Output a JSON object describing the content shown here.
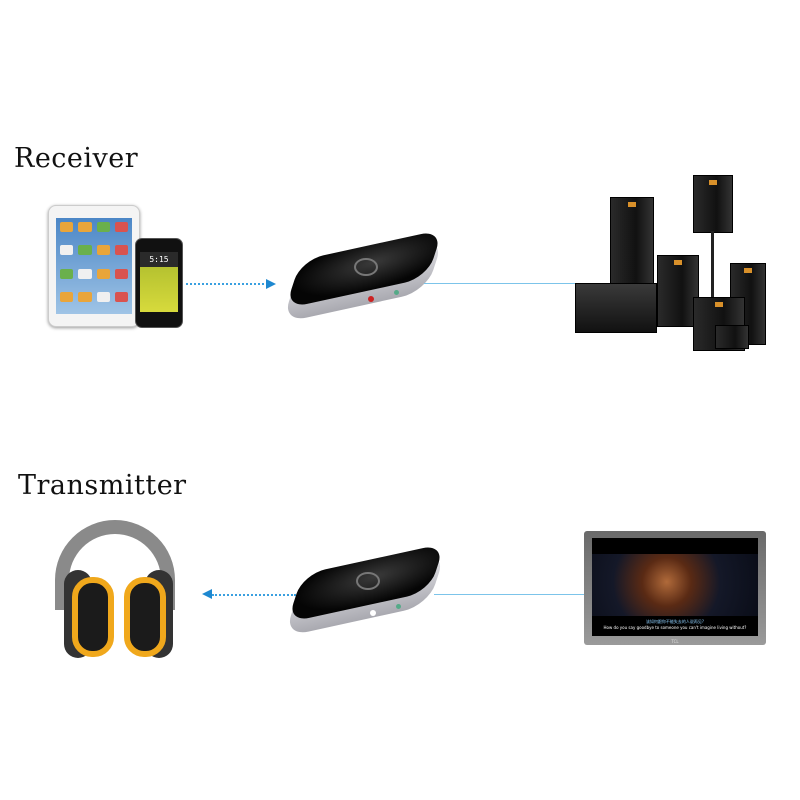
{
  "receiver": {
    "label": "Receiver",
    "phone_time": "5:15"
  },
  "transmitter": {
    "label": "Transmitter",
    "tv": {
      "subtitle_chinese": "该如何跟你不能失去的人说再见?",
      "subtitle_english": "How do you say goodbye to someone you can't imagine living without?",
      "brand": "TCL"
    }
  },
  "colors": {
    "connection_line": "#7cc4ea",
    "arrow": "#1e88d0",
    "headphone_accent": "#f0a81c"
  }
}
